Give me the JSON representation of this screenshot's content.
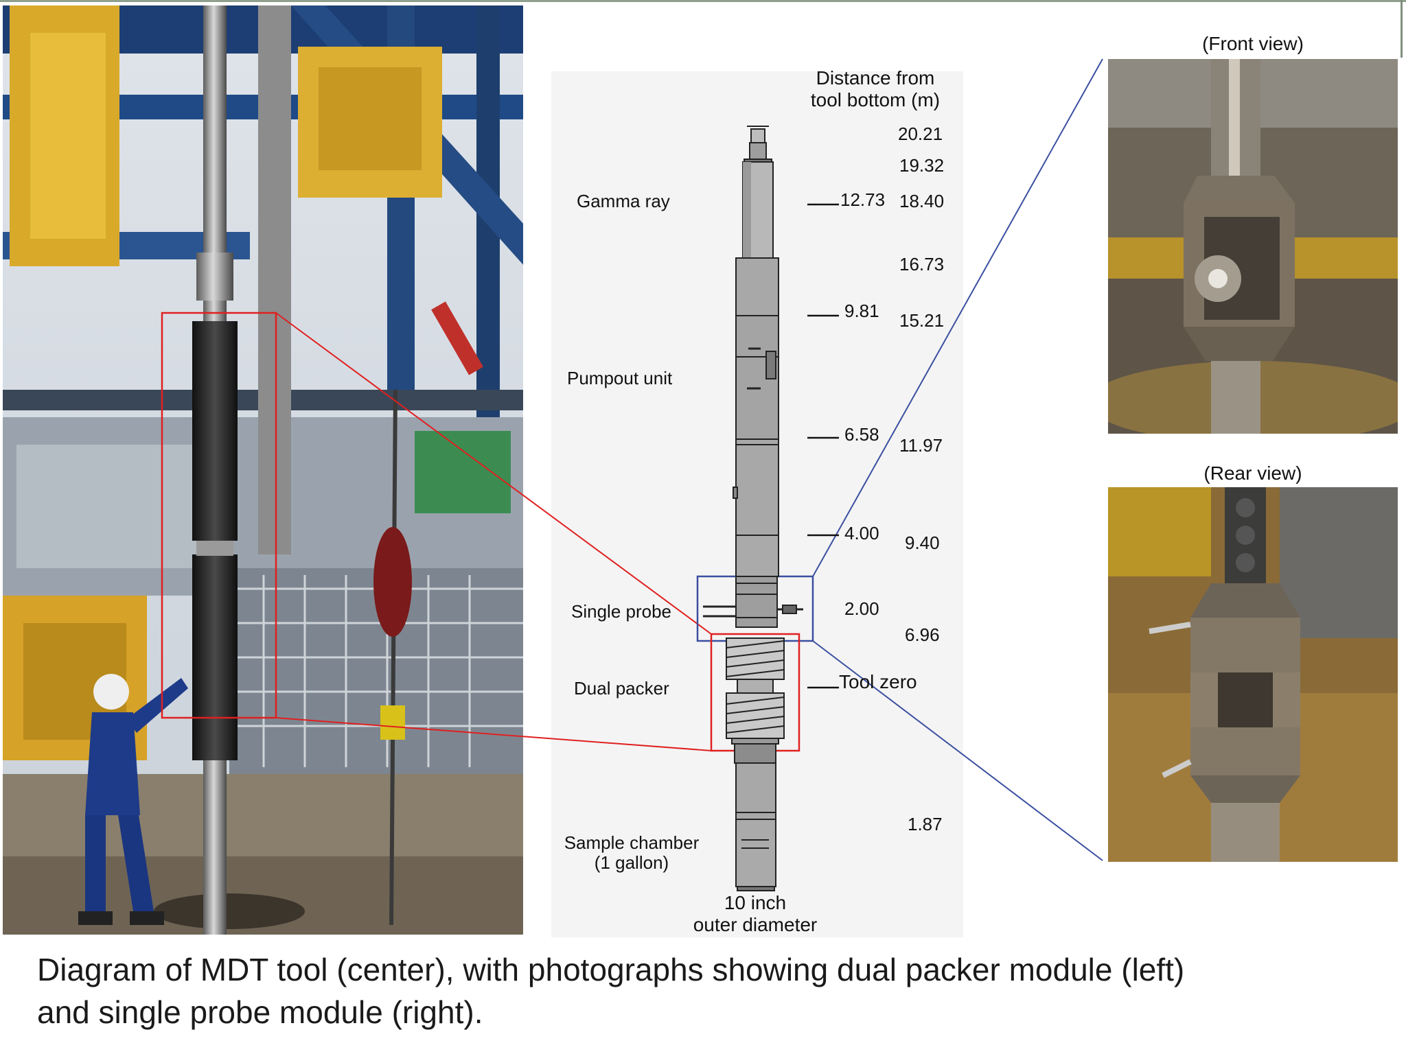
{
  "diagram": {
    "distance_header_line1": "Distance from",
    "distance_header_line2": "tool bottom (m)",
    "modules": {
      "gamma_ray": "Gamma ray",
      "pumpout_unit": "Pumpout unit",
      "single_probe": "Single probe",
      "dual_packer": "Dual packer",
      "sample_chamber_line1": "Sample chamber",
      "sample_chamber_line2": "(1 gallon)",
      "tool_zero": "Tool zero"
    },
    "distances_right": [
      "20.21",
      "19.32",
      "18.40",
      "16.73",
      "15.21",
      "11.97",
      "9.40",
      "6.96",
      "1.87"
    ],
    "tick_values": [
      "12.73",
      "9.81",
      "6.58",
      "4.00",
      "2.00"
    ],
    "diameter_line1": "10 inch",
    "diameter_line2": "outer diameter"
  },
  "views": {
    "front": "(Front view)",
    "rear": "(Rear view)"
  },
  "caption": {
    "line1": "Diagram of MDT tool (center), with photographs showing dual packer module (left)",
    "line2": "and single probe module (right)."
  },
  "colors": {
    "highlight_red": "#e02020",
    "highlight_blue": "#3a4fa0"
  }
}
